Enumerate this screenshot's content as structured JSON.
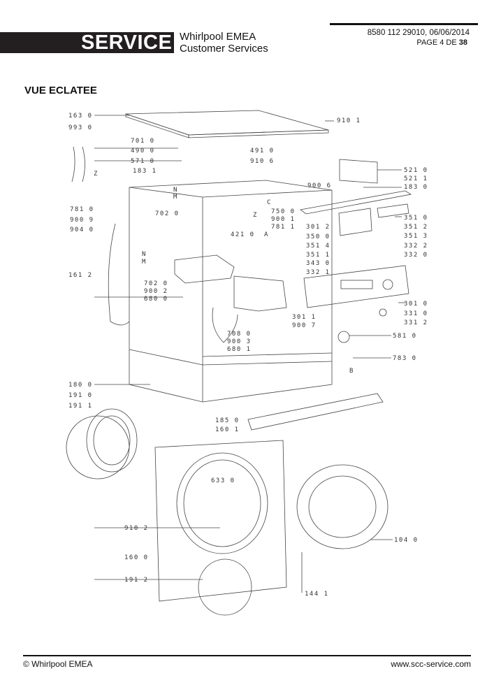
{
  "header": {
    "badge": "SERVICE",
    "brand_line1": "Whirlpool EMEA",
    "brand_line2": "Customer Services",
    "doc_ref": "8580 112 29010, 06/06/2014",
    "page_prefix": "PAGE 4 DE",
    "page_total": "38"
  },
  "title": "VUE ECLATEE",
  "callouts_left": [
    "163 0",
    "993 0",
    "701 0",
    "490 0",
    "571 0",
    "183 1",
    "781 0",
    "900 9",
    "904 0",
    "702 0",
    "161 2",
    "702 0",
    "900 2",
    "680 0",
    "708 0",
    "900 3",
    "680 1",
    "180 0",
    "191 0",
    "191 1",
    "185 0",
    "160 1",
    "633 0",
    "910 2",
    "160 0",
    "191 2"
  ],
  "callouts_right": [
    "910 1",
    "491 0",
    "910 6",
    "521 0",
    "521 1",
    "183 0",
    "900 6",
    "750 0",
    "900 1",
    "781 1",
    "421 0",
    "351 0",
    "351 2",
    "351 3",
    "332 2",
    "332 0",
    "301 2",
    "350 0",
    "351 4",
    "351 1",
    "343 0",
    "332 1",
    "301 0",
    "331 0",
    "331 2",
    "301 1",
    "900 7",
    "581 0",
    "783 0",
    "104 0",
    "144 1"
  ],
  "letters": [
    "Z",
    "Z",
    "C",
    "N",
    "M",
    "A",
    "N",
    "M",
    "B"
  ],
  "footer": {
    "left": "© Whirlpool EMEA",
    "right": "www.scc-service.com"
  }
}
